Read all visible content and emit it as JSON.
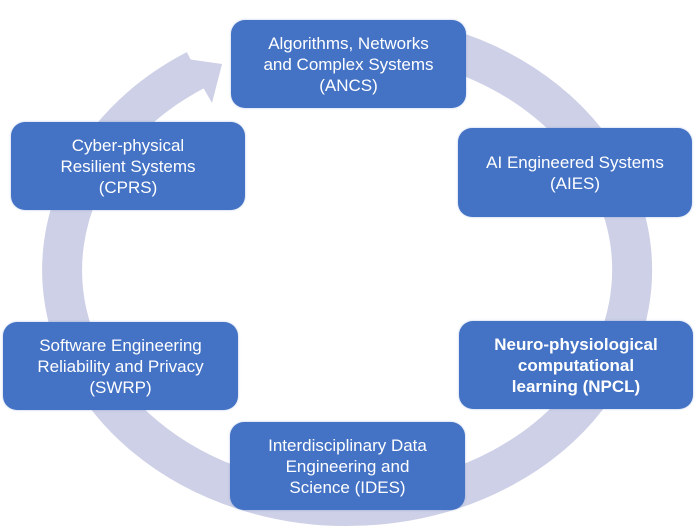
{
  "diagram": {
    "type": "cycle",
    "colors": {
      "node_fill": "#4472C4",
      "node_text": "#FFFFFF",
      "ring": "#CDD0E6"
    },
    "nodes": [
      {
        "id": "ancs",
        "label": "Algorithms, Networks\nand Complex Systems\n(ANCS)"
      },
      {
        "id": "aies",
        "label": "AI Engineered Systems\n(AIES)"
      },
      {
        "id": "npcl",
        "label": "Neuro-physiological\ncomputational\nlearning (NPCL)"
      },
      {
        "id": "ides",
        "label": "Interdisciplinary Data\nEngineering and\nScience (IDES)"
      },
      {
        "id": "swrp",
        "label": "Software Engineering\nReliability and Privacy\n(SWRP)"
      },
      {
        "id": "cprs",
        "label": "Cyber-physical\nResilient Systems\n(CPRS)"
      }
    ],
    "cycle_direction": "clockwise",
    "arrow_target": "ancs"
  }
}
